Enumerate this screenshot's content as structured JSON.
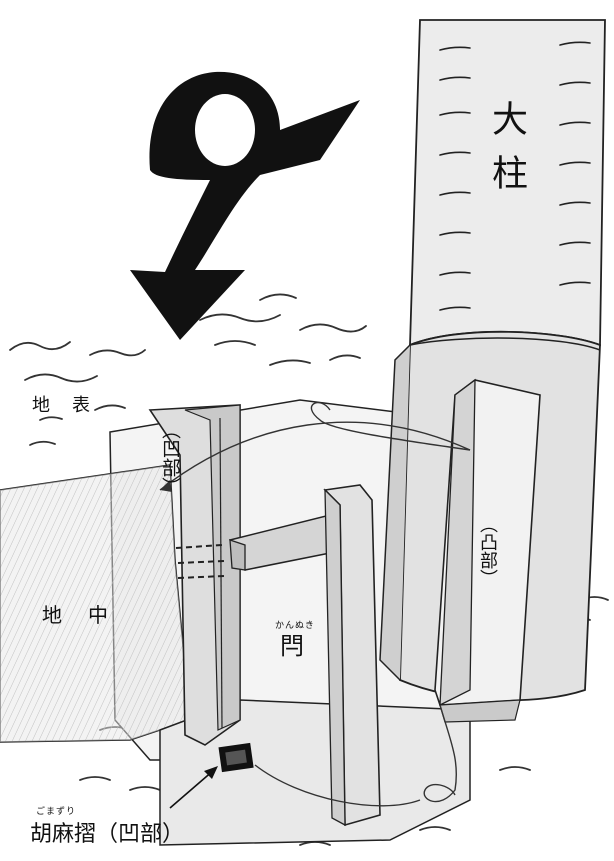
{
  "labels": {
    "pillar": "大柱",
    "surface": "地表",
    "underground": "地中",
    "bolt_ruby": "かんぬき",
    "bolt": "閂",
    "concave_top": "（凹部）",
    "convex": "（凸部）",
    "gomazuri_ruby": "ごまずり",
    "gomazuri": "胡麻摺（凹部）"
  },
  "colors": {
    "ink": "#111111",
    "paper": "#ffffff",
    "shade": "#dcdcdc"
  },
  "icons": [
    "insertion-arrow-icon",
    "string-loop-icon"
  ]
}
